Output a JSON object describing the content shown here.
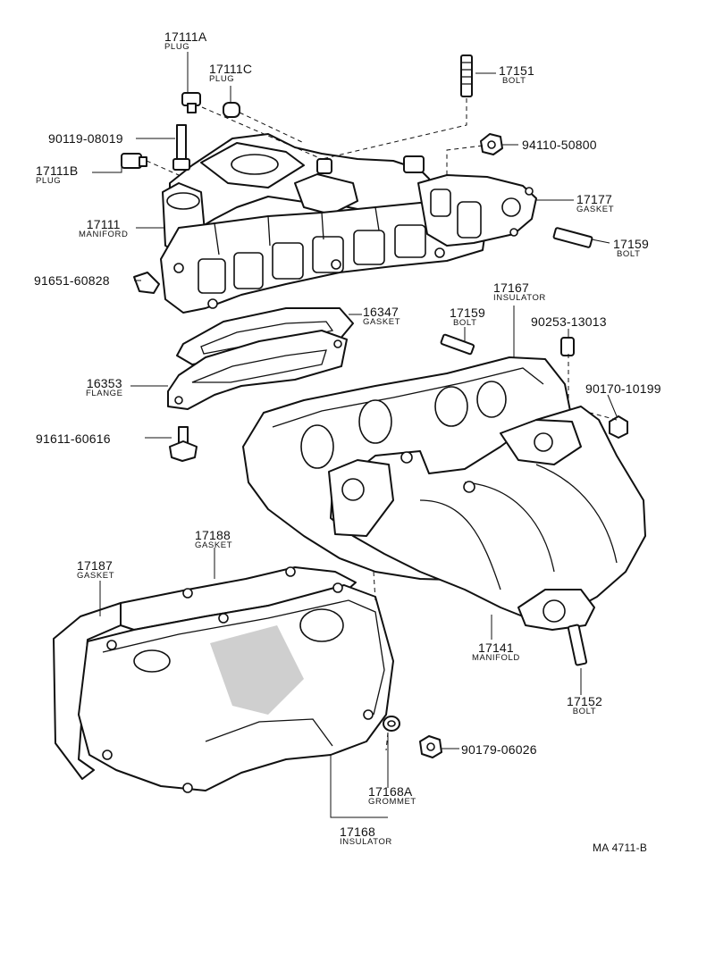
{
  "callouts": {
    "plug_a": {
      "number": "17111A",
      "name": "PLUG"
    },
    "plug_c": {
      "number": "17111C",
      "name": "PLUG"
    },
    "stud_bolt_1": {
      "number": "17151",
      "name": "BOLT"
    },
    "bolt_1": {
      "number": "90119-08019"
    },
    "nut_1": {
      "number": "94110-50800"
    },
    "plug_b": {
      "number": "17111B",
      "name": "PLUG"
    },
    "gasket_1": {
      "number": "17177",
      "name": "GASKET"
    },
    "manifold_in": {
      "number": "17111",
      "name": "MANIFORD"
    },
    "stud_bolt_2": {
      "number": "17159",
      "name": "BOLT"
    },
    "sensor": {
      "number": "91651-60828"
    },
    "insulator_1": {
      "number": "17167",
      "name": "INSULATOR"
    },
    "gasket_2": {
      "number": "16347",
      "name": "GASKET"
    },
    "stud_bolt_3": {
      "number": "17159",
      "name": "BOLT"
    },
    "collar": {
      "number": "90253-13013"
    },
    "flange": {
      "number": "16353",
      "name": "FLANGE"
    },
    "nut_2": {
      "number": "90170-10199"
    },
    "bolt_2": {
      "number": "91611-60616"
    },
    "gasket_3": {
      "number": "17188",
      "name": "GASKET"
    },
    "gasket_4": {
      "number": "17187",
      "name": "GASKET"
    },
    "manifold_ex": {
      "number": "17141",
      "name": "MANIFOLD"
    },
    "stud_bolt_4": {
      "number": "17152",
      "name": "BOLT"
    },
    "nut_3": {
      "number": "90179-06026"
    },
    "grommet": {
      "number": "17168A",
      "name": "GROMMET"
    },
    "insulator_2": {
      "number": "17168",
      "name": "INSULATOR"
    }
  },
  "figure_ref": "MA 4711-B"
}
